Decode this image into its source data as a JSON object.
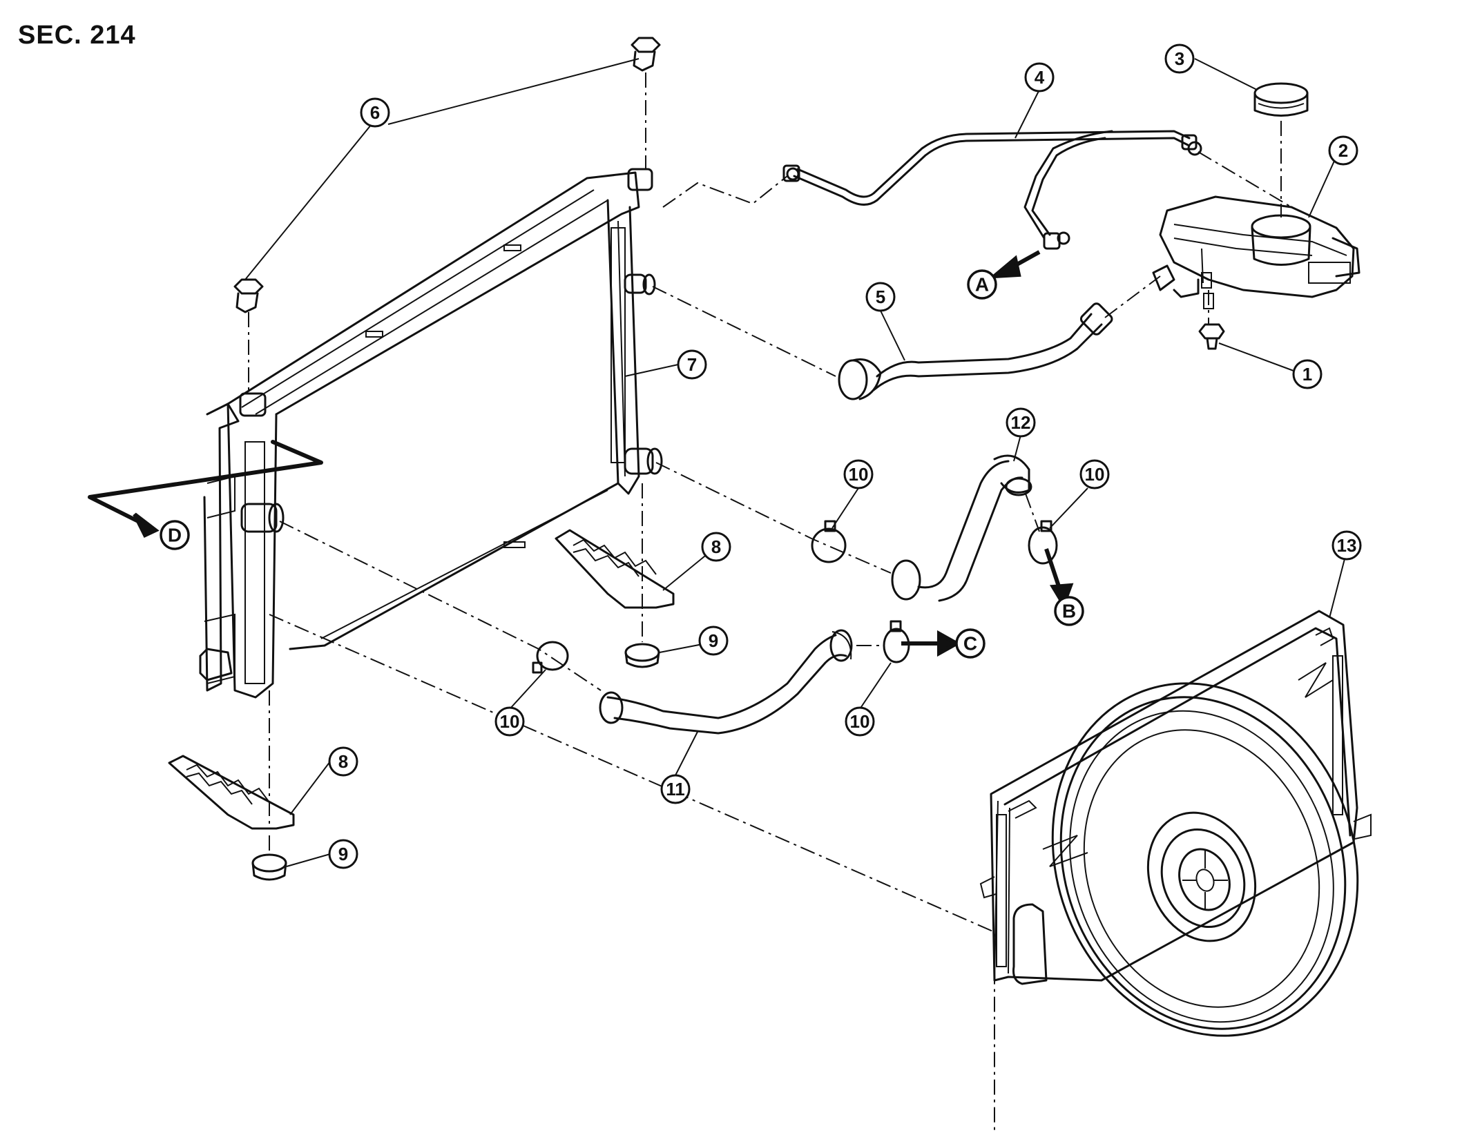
{
  "section": "SEC. 214",
  "callouts": [
    {
      "id": "c1",
      "label": "1"
    },
    {
      "id": "c2",
      "label": "2"
    },
    {
      "id": "c3",
      "label": "3"
    },
    {
      "id": "c4",
      "label": "4"
    },
    {
      "id": "c5",
      "label": "5"
    },
    {
      "id": "c6",
      "label": "6"
    },
    {
      "id": "c7",
      "label": "7"
    },
    {
      "id": "c8a",
      "label": "8"
    },
    {
      "id": "c8b",
      "label": "8"
    },
    {
      "id": "c9a",
      "label": "9"
    },
    {
      "id": "c9b",
      "label": "9"
    },
    {
      "id": "c10a",
      "label": "10"
    },
    {
      "id": "c10b",
      "label": "10"
    },
    {
      "id": "c10c",
      "label": "10"
    },
    {
      "id": "c10d",
      "label": "10"
    },
    {
      "id": "c11",
      "label": "11"
    },
    {
      "id": "c12",
      "label": "12"
    },
    {
      "id": "c13",
      "label": "13"
    }
  ],
  "references": [
    {
      "id": "rA",
      "label": "A"
    },
    {
      "id": "rB",
      "label": "B"
    },
    {
      "id": "rC",
      "label": "C"
    },
    {
      "id": "rD",
      "label": "D"
    }
  ]
}
